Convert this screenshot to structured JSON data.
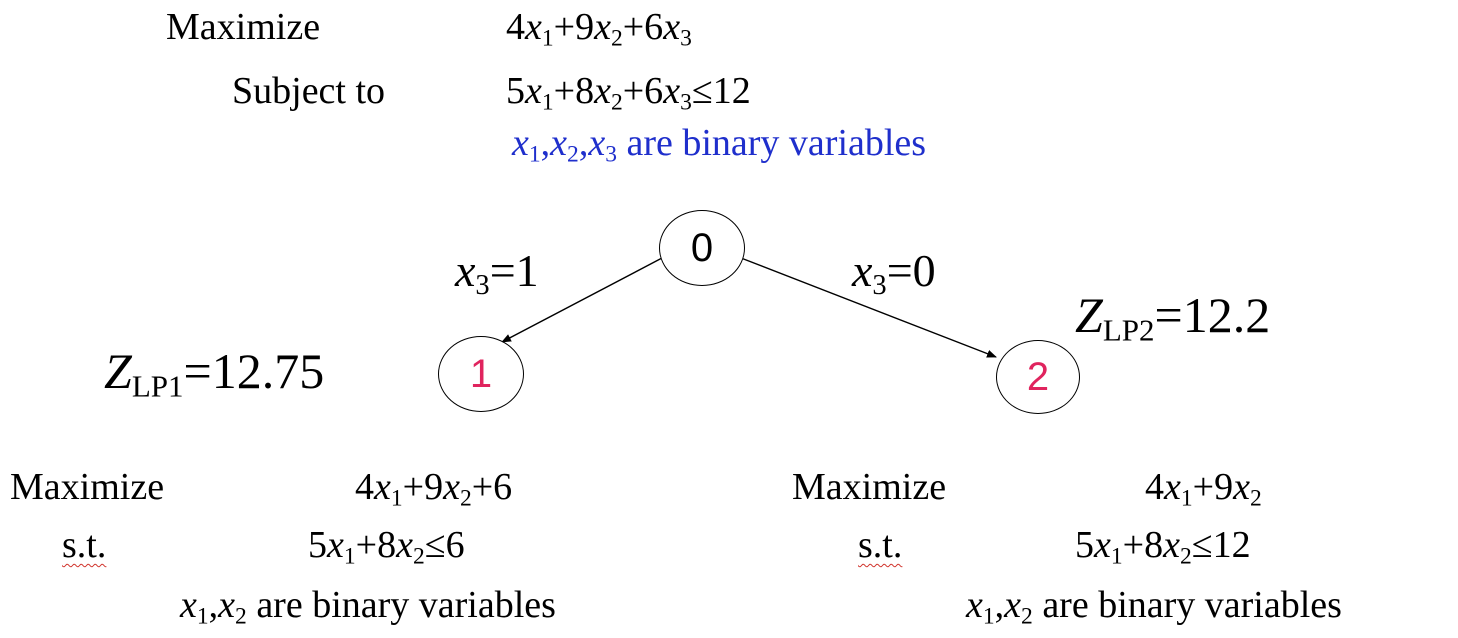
{
  "top": {
    "maximize_label": "Maximize",
    "subject_to_label": "Subject to",
    "objective": [
      {
        "c": "4",
        "v": "x",
        "s": "1"
      },
      {
        "c": "+9",
        "v": "x",
        "s": "2"
      },
      {
        "c": "+6",
        "v": "x",
        "s": "3"
      }
    ],
    "constraint_terms": [
      {
        "c": "5",
        "v": "x",
        "s": "1"
      },
      {
        "c": "+8",
        "v": "x",
        "s": "2"
      },
      {
        "c": "+6",
        "v": "x",
        "s": "3"
      }
    ],
    "constraint_rhs": "≤12",
    "binary_vars": [
      {
        "v": "x",
        "s": "1"
      },
      {
        "v": "x",
        "s": "2"
      },
      {
        "v": "x",
        "s": "3"
      }
    ],
    "binary_text": " are binary variables",
    "binary_color": "#1f2fcc"
  },
  "tree": {
    "nodes": [
      {
        "id": "0",
        "label": "0",
        "color": "#000000"
      },
      {
        "id": "1",
        "label": "1",
        "color": "#e0245e"
      },
      {
        "id": "2",
        "label": "2",
        "color": "#e0245e"
      }
    ],
    "branch_left": {
      "v": "x",
      "s": "3",
      "rhs": "=1"
    },
    "branch_right": {
      "v": "x",
      "s": "3",
      "rhs": "=0"
    },
    "zlp1": {
      "z": "Z",
      "sub": "LP1",
      "rhs": "=12.75"
    },
    "zlp2": {
      "z": "Z",
      "sub": "LP2",
      "rhs": "=12.2"
    }
  },
  "left_problem": {
    "maximize_label": "Maximize",
    "st_label": "s.t.",
    "objective_terms": [
      {
        "c": "4",
        "v": "x",
        "s": "1"
      },
      {
        "c": "+9",
        "v": "x",
        "s": "2"
      }
    ],
    "objective_const": "+6",
    "constraint_terms": [
      {
        "c": "5",
        "v": "x",
        "s": "1"
      },
      {
        "c": "+8",
        "v": "x",
        "s": "2"
      }
    ],
    "constraint_rhs": "≤6",
    "binary_vars": [
      {
        "v": "x",
        "s": "1"
      },
      {
        "v": "x",
        "s": "2"
      }
    ],
    "binary_text": " are binary variables"
  },
  "right_problem": {
    "maximize_label": "Maximize",
    "st_label": "s.t.",
    "objective_terms": [
      {
        "c": "4",
        "v": "x",
        "s": "1"
      },
      {
        "c": "+9",
        "v": "x",
        "s": "2"
      }
    ],
    "constraint_terms": [
      {
        "c": "5",
        "v": "x",
        "s": "1"
      },
      {
        "c": "+8",
        "v": "x",
        "s": "2"
      }
    ],
    "constraint_rhs": "≤12",
    "binary_vars": [
      {
        "v": "x",
        "s": "1"
      },
      {
        "v": "x",
        "s": "2"
      }
    ],
    "binary_text": " are binary variables"
  }
}
